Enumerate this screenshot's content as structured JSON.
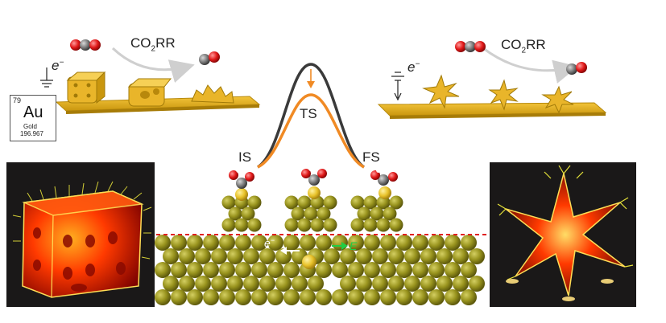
{
  "element": {
    "atomic_number": "79",
    "symbol": "Au",
    "name": "Gold",
    "mass": "196.967"
  },
  "left_panel": {
    "reaction_main": "CO",
    "reaction_sub": "2",
    "reaction_tail": "RR",
    "electron": "e",
    "electron_sup": "−"
  },
  "right_panel": {
    "reaction_main": "CO",
    "reaction_sub": "2",
    "reaction_tail": "RR",
    "electron": "e",
    "electron_sup": "−"
  },
  "energy_profile": {
    "initial_state": "IS",
    "transition_state": "TS",
    "final_state": "FS"
  },
  "surface": {
    "electron": "e",
    "electron_sup": "−",
    "field": "E"
  },
  "colors": {
    "gold": "#e6b422",
    "gold_dark": "#b98a10",
    "atom": "#8f8a1e",
    "atom_highlight": "#c9c55a",
    "oxygen": "#e02020",
    "carbon": "#777777",
    "curve_dark": "#3a3a3a",
    "curve_orange": "#f08a24",
    "field_green": "#22cc44",
    "dashed_red": "#e02020"
  }
}
